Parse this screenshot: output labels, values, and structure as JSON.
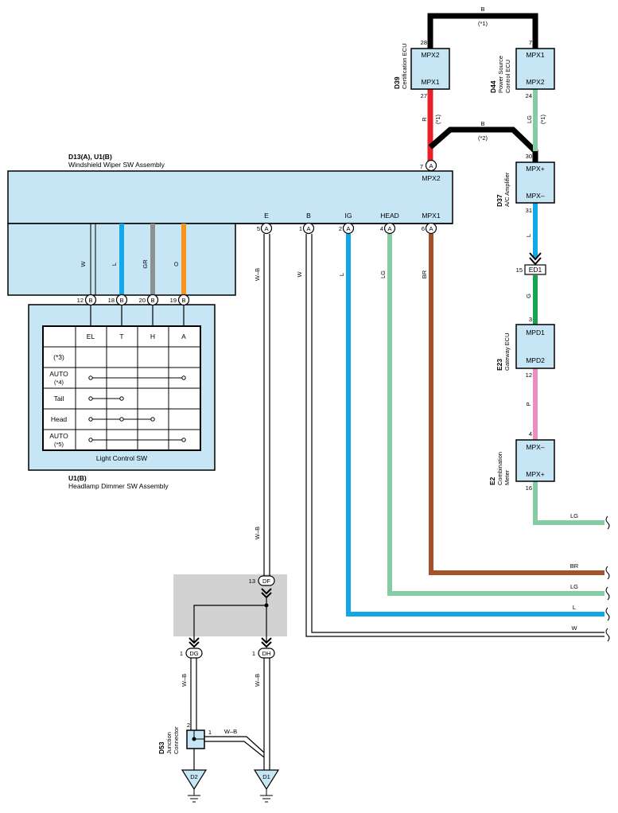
{
  "ecus": {
    "d39": {
      "code": "D39",
      "name": "Certification ECU",
      "top_label": "MPX2",
      "bottom_label": "MPX1",
      "top_pin": "28",
      "bottom_pin": "27"
    },
    "d44": {
      "code": "D44",
      "name_line1": "Power Source",
      "name_line2": "Control ECU",
      "top_label": "MPX1",
      "bottom_label": "MPX2",
      "top_pin": "7",
      "bottom_pin": "24"
    },
    "d37": {
      "code": "D37",
      "name": "A/C Amplifier",
      "top_label": "MPX+",
      "bottom_label": "MPX–",
      "top_pin": "30",
      "bottom_pin": "31"
    },
    "e23": {
      "code": "E23",
      "name": "Gateway ECU",
      "top_label": "MPD1",
      "bottom_label": "MPD2",
      "top_pin": "3",
      "bottom_pin": "12"
    },
    "e2": {
      "code": "E2",
      "name_line1": "Combination",
      "name_line2": "Meter",
      "top_label": "MPX–",
      "bottom_label": "MPX+",
      "top_pin": "4",
      "bottom_pin": "16"
    }
  },
  "connector_ed1": {
    "label": "ED1",
    "pin": "15"
  },
  "wiper_assembly": {
    "code": "D13(A), U1(B)",
    "name": "Windshield Wiper SW Assembly",
    "mpx2": "MPX2",
    "mpx2_pin": "7",
    "mpx2_conn": "A",
    "terminals": [
      {
        "label": "E",
        "pin": "5",
        "conn": "A",
        "wire": "W–B"
      },
      {
        "label": "B",
        "pin": "1",
        "conn": "A",
        "wire": "W"
      },
      {
        "label": "IG",
        "pin": "2",
        "conn": "A",
        "wire": "L"
      },
      {
        "label": "HEAD",
        "pin": "4",
        "conn": "A",
        "wire": "LG"
      },
      {
        "label": "MPX1",
        "pin": "6",
        "conn": "A",
        "wire": "BR"
      }
    ]
  },
  "light_switch": {
    "wires": [
      "W",
      "L",
      "GR",
      "O"
    ],
    "pins": [
      {
        "pin": "12",
        "conn": "B"
      },
      {
        "pin": "18",
        "conn": "B"
      },
      {
        "pin": "20",
        "conn": "B"
      },
      {
        "pin": "19",
        "conn": "B"
      }
    ],
    "columns": [
      "EL",
      "T",
      "H",
      "A"
    ],
    "rows": [
      {
        "line1": "(*3)",
        "line2": ""
      },
      {
        "line1": "AUTO",
        "line2": "(*4)"
      },
      {
        "line1": "Tail",
        "line2": ""
      },
      {
        "line1": "Head",
        "line2": ""
      },
      {
        "line1": "AUTO",
        "line2": "(*5)"
      }
    ],
    "caption": "Light Control SW",
    "assembly_code": "U1(B)",
    "assembly_name": "Headlamp Dimmer SW Assembly"
  },
  "wire_labels": {
    "top_black": "B",
    "top_black_note": "(*1)",
    "red": "R",
    "red_note": "(*1)",
    "mid_black": "B",
    "mid_black_note": "(*2)",
    "lg_top": "LG",
    "lg_top_note": "(*1)",
    "d37_out": "L",
    "ed1_out": "G",
    "e23_out": "P",
    "e2_out": "LG",
    "out_lg1": "LG",
    "out_br": "BR",
    "out_lg2": "LG",
    "out_l": "L",
    "out_w": "W",
    "wb_lower": "W–B",
    "wb_dg": "W–B",
    "wb_dh": "W–B",
    "wb_d53": "W–B"
  },
  "junction": {
    "df": {
      "label": "DF",
      "pin": "13"
    },
    "dg": {
      "label": "DG",
      "pin": "1"
    },
    "dh": {
      "label": "DH",
      "pin": "1"
    }
  },
  "d53": {
    "code": "D53",
    "name_line1": "Junction",
    "name_line2": "Connector",
    "pin_top": "2",
    "pin_right": "1"
  },
  "grounds": {
    "d2": "D2",
    "d1": "D1"
  },
  "colors": {
    "box_fill": "#c6e6f5",
    "red": "#e8202a",
    "blue": "#12a8e8",
    "lightgreen": "#84cca4",
    "green": "#17a551",
    "pink": "#ec8cbf",
    "brown": "#a5522a",
    "gray": "#8f8f8f",
    "orange": "#f7941d",
    "shade": "#d2d2d2"
  }
}
